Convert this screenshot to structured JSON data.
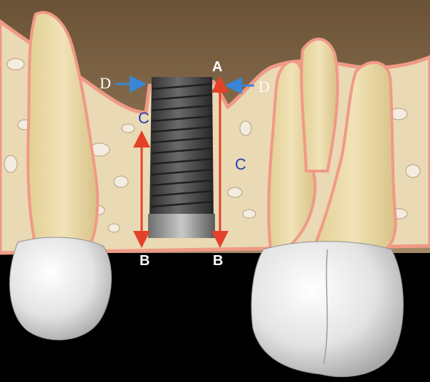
{
  "labels": {
    "a_top": "A",
    "b_left": "B",
    "b_right": "B",
    "c_left": "C",
    "c_right": "C",
    "d_left": "D",
    "d_right": "D"
  },
  "colors": {
    "soft_tissue_line": "#f09a86",
    "bone": "#e9d9b4",
    "bone_cavity": "#f3ece0",
    "root": "#ead8a2",
    "crown": "#e6e6e6",
    "implant": "#4a4a4a",
    "arrow_red": "#e4412a",
    "arrow_blue": "#3a86d6",
    "background_top": "#8a6e4e"
  },
  "icons": {
    "left_tooth": "molar-tooth",
    "right_tooth": "two-root-molar-tooth",
    "implant": "screw-implant"
  }
}
